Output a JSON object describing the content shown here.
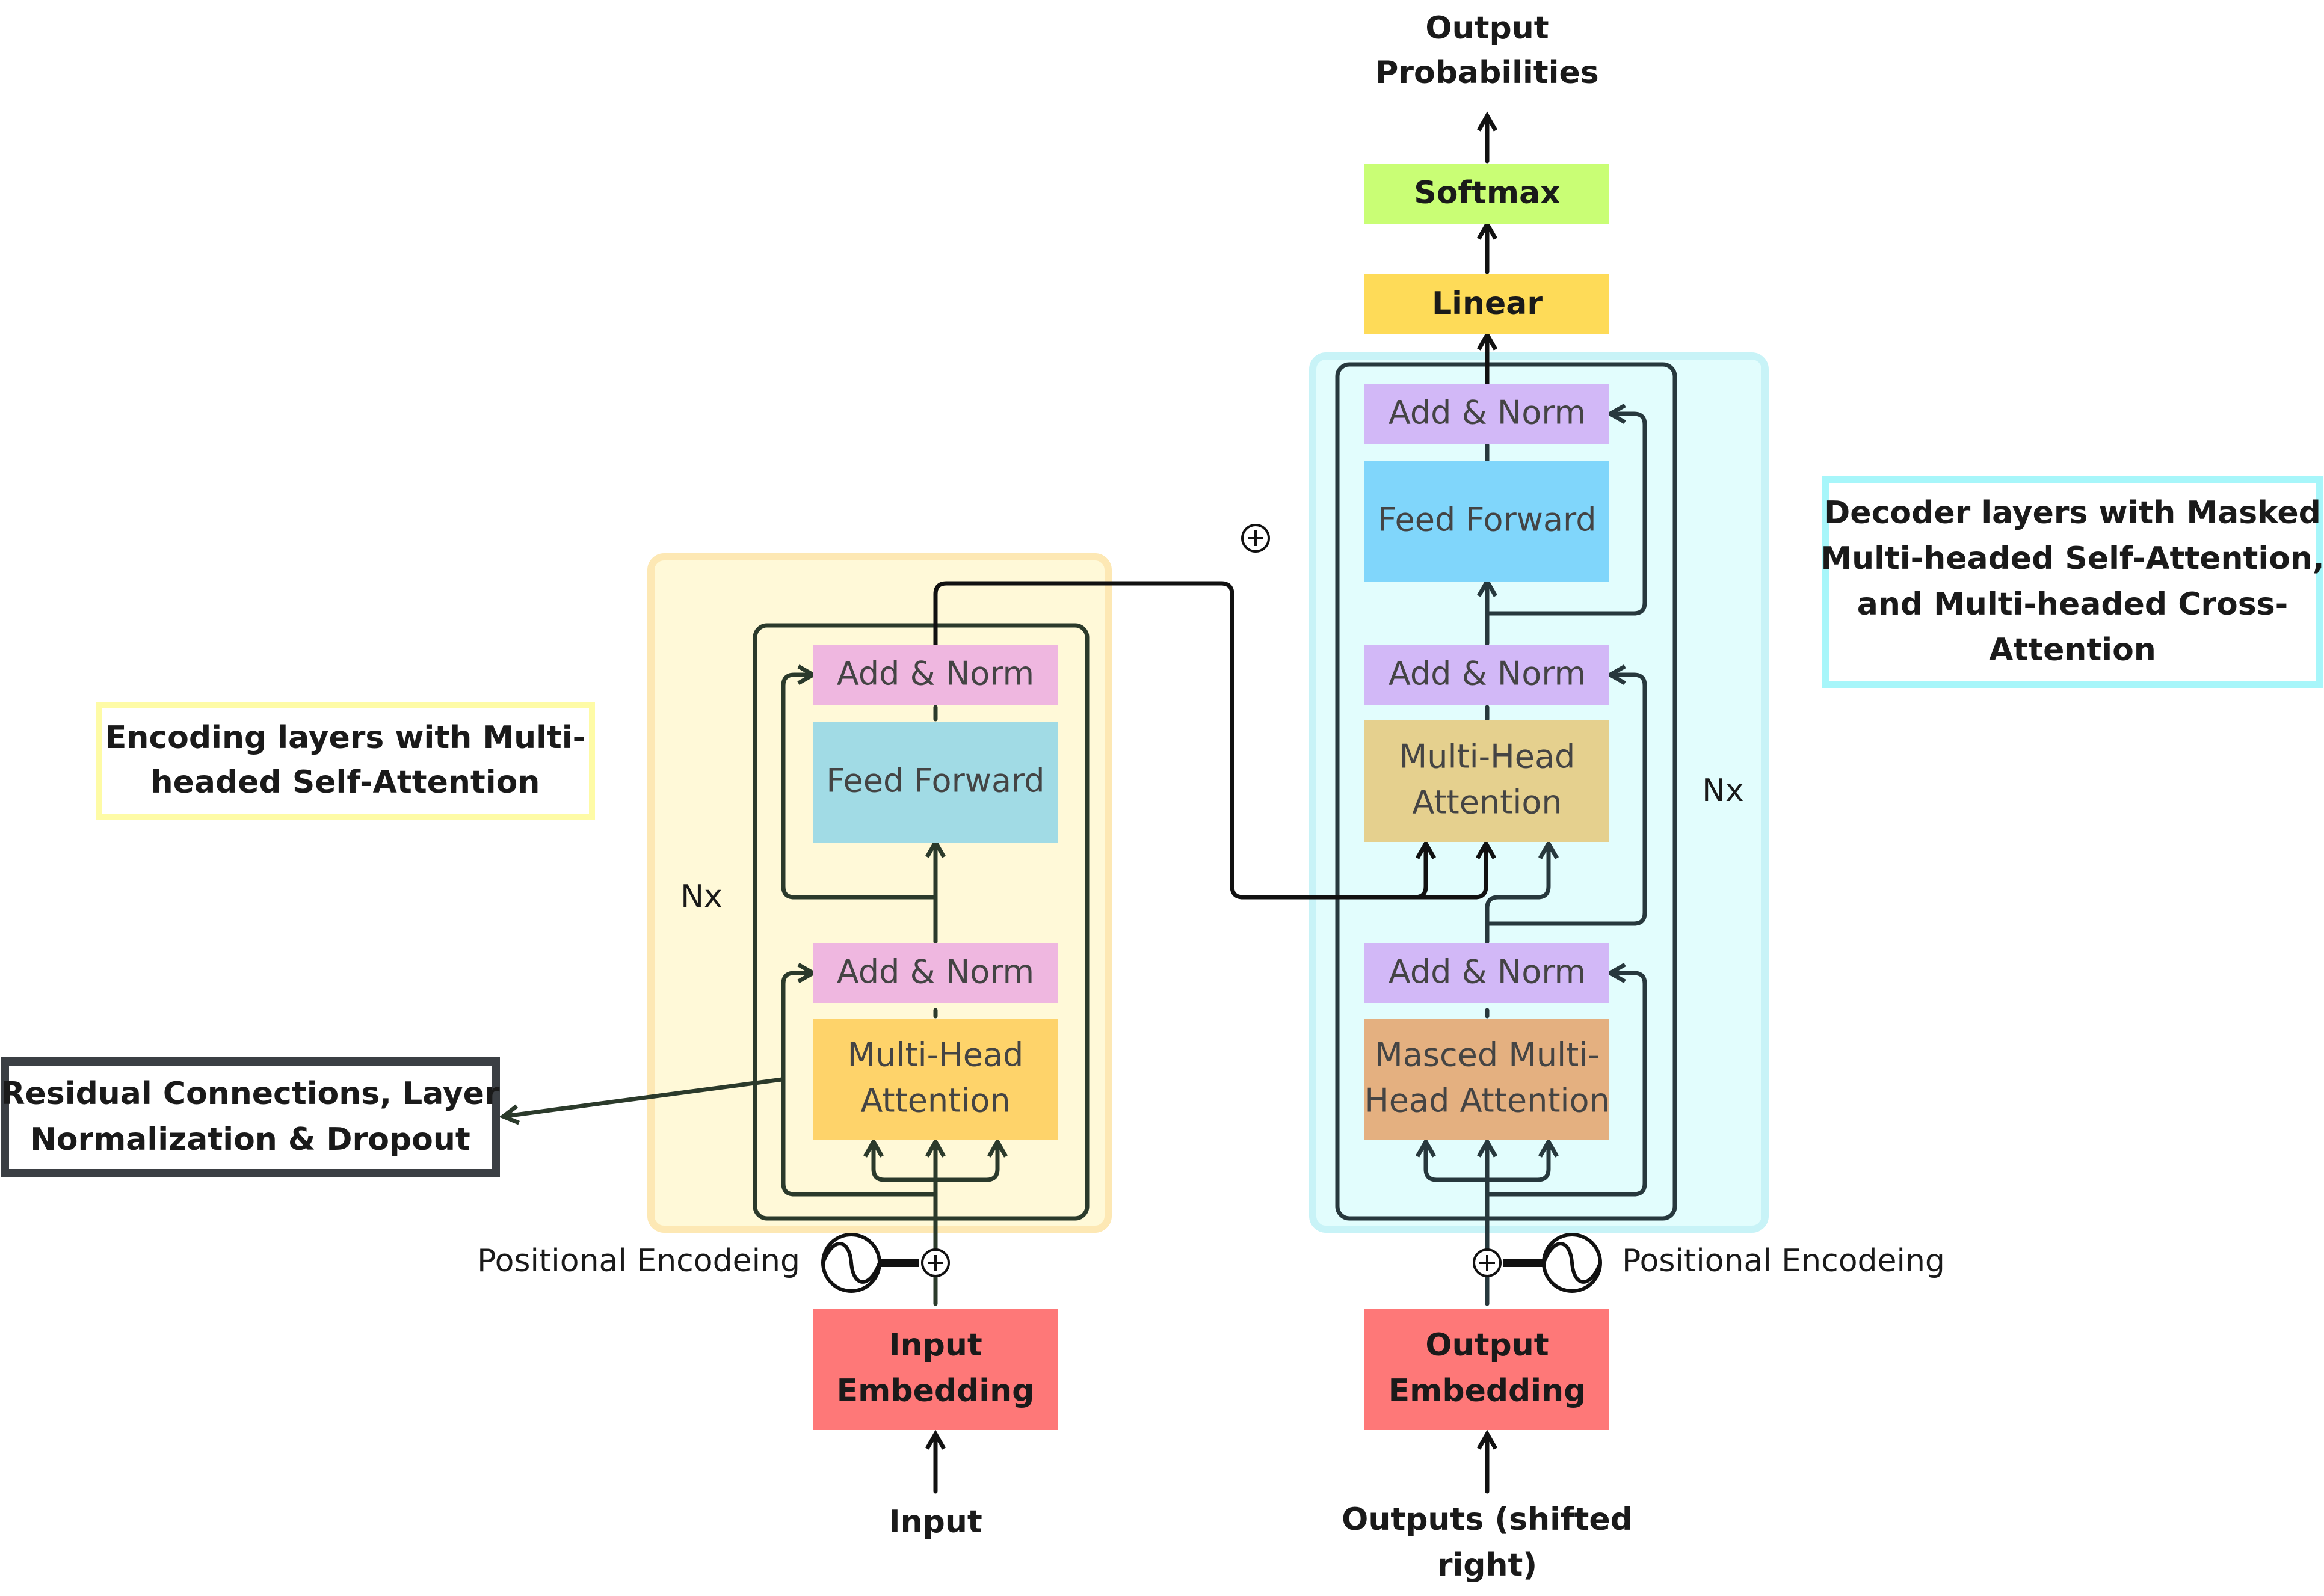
{
  "output_label": [
    "Output",
    "Probabilities"
  ],
  "softmax": "Softmax",
  "linear": "Linear",
  "encoder": {
    "add_norm_top": "Add & Norm",
    "feed_forward": "Feed Forward",
    "add_norm_bottom": "Add & Norm",
    "attention": [
      "Multi-Head",
      "Attention"
    ],
    "nx": "Nx",
    "embedding": [
      "Input",
      "Embedding"
    ],
    "input": "Input",
    "positional": "Positional Encodeing"
  },
  "decoder": {
    "add_norm_top": "Add & Norm",
    "feed_forward": "Feed Forward",
    "add_norm_mid": "Add & Norm",
    "cross_attention": [
      "Multi-Head",
      "Attention"
    ],
    "add_norm_bottom": "Add & Norm",
    "masked_attention": [
      "Masced Multi-",
      "Head Attention"
    ],
    "nx": "Nx",
    "embedding": [
      "Output",
      "Embedding"
    ],
    "input": [
      "Outputs (shifted",
      "right)"
    ],
    "positional": "Positional Encodeing"
  },
  "notes": {
    "encoder": [
      "Encoding layers with Multi-",
      "headed Self-Attention"
    ],
    "residual": [
      "Residual Connections, Layer",
      "Normalization & Dropout"
    ],
    "decoder": [
      "Decoder layers with Masked",
      "Multi-headed Self-Attention,",
      "and Multi-headed Cross-",
      "Attention"
    ]
  },
  "icons": {
    "add": "plus-circle-icon",
    "positional": "sine-wave-icon",
    "arrow": "arrow-icon"
  },
  "colors": {
    "add_norm_encoder": "#efb7e0",
    "add_norm_decoder": "#d2b8f7",
    "feed_forward_encoder": "#a1dbe5",
    "feed_forward_decoder": "#80d6fb",
    "attention_encoder": "#fed36a",
    "cross_attention": "#e5d08e",
    "masked_attention": "#e4b080",
    "embedding": "#fe7878",
    "linear": "#fedb58",
    "softmax": "#c9fe75",
    "encoder_region": "#fff9d8",
    "decoder_region": "#e2fdfd",
    "encoder_note_border": "#fefba6",
    "decoder_note_border": "#a7f6fa",
    "residual_note_border": "#3b3f44"
  }
}
